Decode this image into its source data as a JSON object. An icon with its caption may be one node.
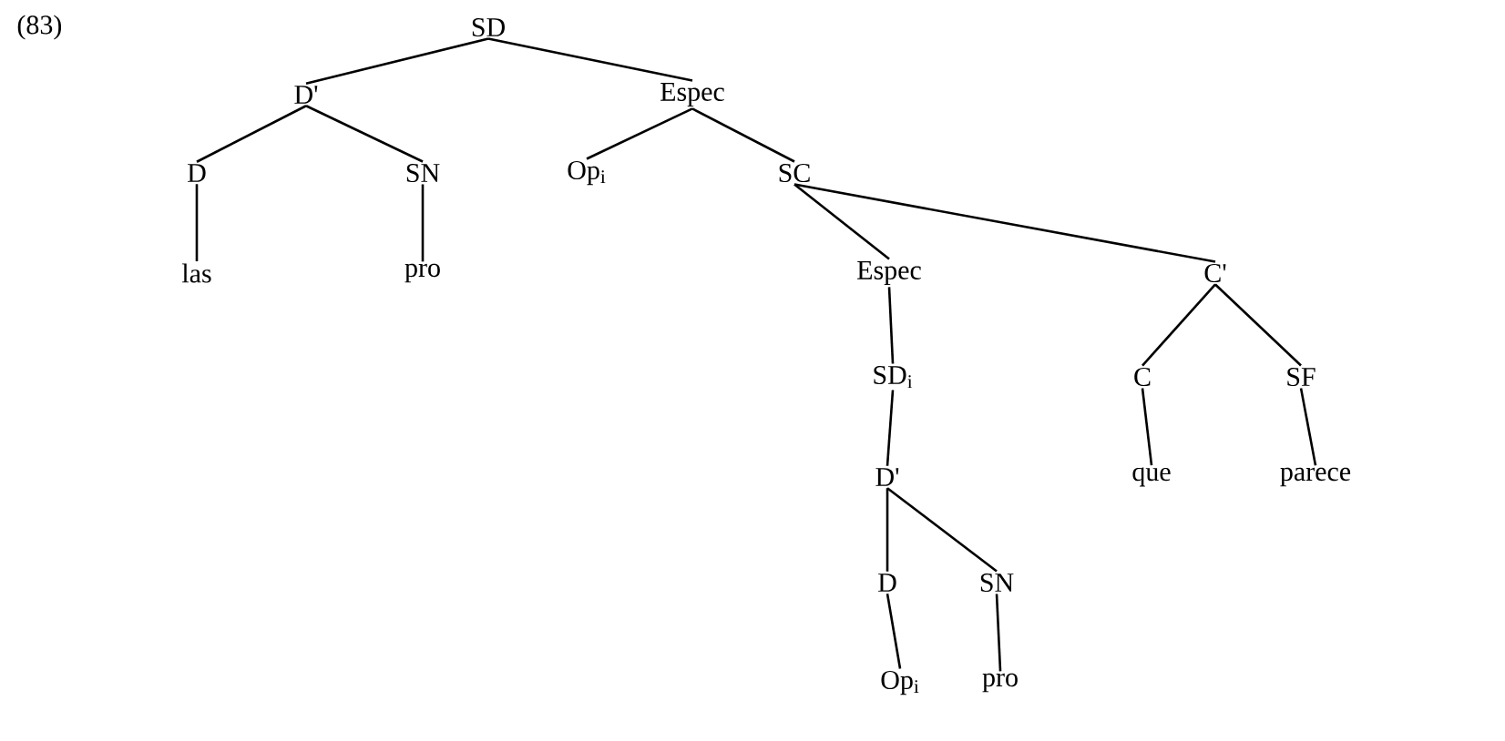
{
  "diagram": {
    "nodes": [
      {
        "text": [
          "SD"
        ]
      },
      {
        "text": [
          "D'"
        ]
      },
      {
        "text": [
          "Espec"
        ]
      },
      {
        "text": [
          "D"
        ]
      },
      {
        "text": [
          "SN"
        ]
      },
      {
        "text": [
          "Op$_{i}$"
        ]
      },
      {
        "text": [
          "SC"
        ]
      },
      {
        "text": [
          "las"
        ]
      },
      {
        "text": [
          "pro"
        ]
      },
      {
        "text": [
          "Espec"
        ]
      },
      {
        "text": [
          "C'"
        ]
      },
      {
        "text": [
          "SD$_{i}$"
        ]
      },
      {
        "text": [
          "C"
        ]
      },
      {
        "text": [
          "SF"
        ]
      },
      {
        "text": [
          "D'"
        ]
      },
      {
        "text": [
          "que"
        ]
      },
      {
        "text": [
          "parece"
        ]
      },
      {
        "text": [
          "D"
        ]
      },
      {
        "text": [
          "SN"
        ]
      },
      {
        "text": [
          "Op$_{i}$"
        ]
      },
      {
        "text": [
          "pro"
        ]
      }
    ],
    "edges": [
      {
        "from": 0,
        "to": 1,
        "arrow": "none"
      },
      {
        "from": 0,
        "to": 2,
        "arrow": "none"
      },
      {
        "from": 1,
        "to": 3,
        "arrow": "none"
      },
      {
        "from": 1,
        "to": 4,
        "arrow": "none"
      },
      {
        "from": 2,
        "to": 5,
        "arrow": "none"
      },
      {
        "from": 2,
        "to": 6,
        "arrow": "none"
      },
      {
        "from": 3,
        "to": 7,
        "arrow": "none"
      },
      {
        "from": 4,
        "to": 8,
        "arrow": "none"
      },
      {
        "from": 6,
        "to": 9,
        "arrow": "none"
      },
      {
        "from": 6,
        "to": 10,
        "arrow": "none"
      },
      {
        "from": 9,
        "to": 11,
        "arrow": "none"
      },
      {
        "from": 10,
        "to": 12,
        "arrow": "none"
      },
      {
        "from": 10,
        "to": 13,
        "arrow": "none"
      },
      {
        "from": 11,
        "to": 14,
        "arrow": "none"
      },
      {
        "from": 12,
        "to": 15,
        "arrow": "none"
      },
      {
        "from": 13,
        "to": 16,
        "arrow": "none"
      },
      {
        "from": 14,
        "to": 17,
        "arrow": "none"
      },
      {
        "from": 14,
        "to": 18,
        "arrow": "none"
      },
      {
        "from": 17,
        "to": 19,
        "arrow": "none"
      },
      {
        "from": 18,
        "to": 20,
        "arrow": "none"
      }
    ],
    "labels": [
      "(83)"
    ]
  }
}
